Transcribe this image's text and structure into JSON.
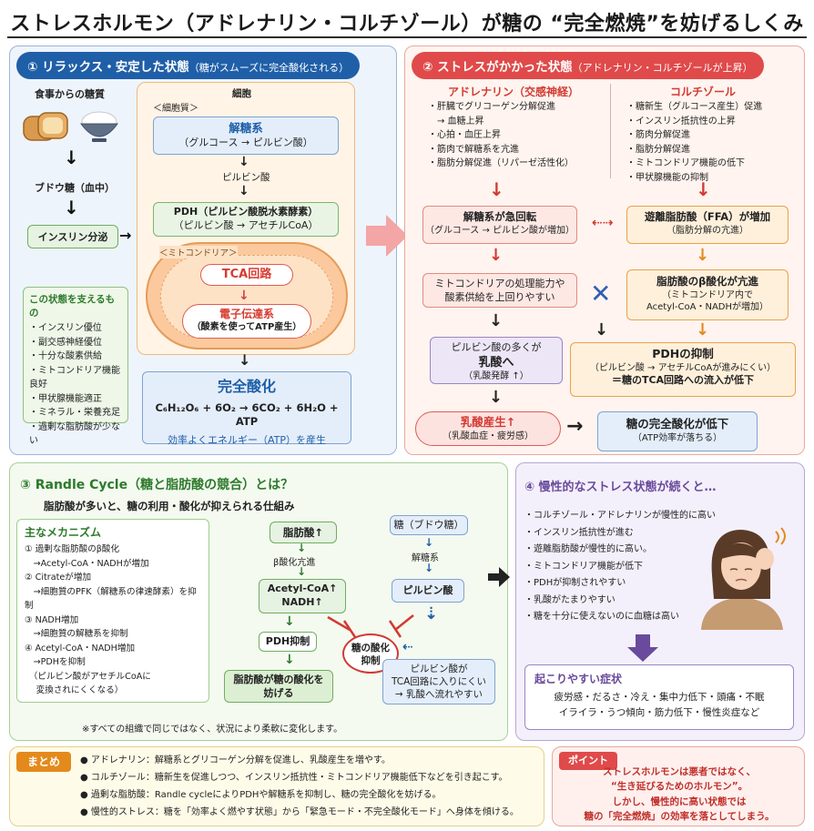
{
  "title": "ストレスホルモン（アドレナリン・コルチゾール）が糖の “完全燃焼”を妨げるしくみ",
  "colors": {
    "blue": "#1f5fa8",
    "red": "#e04a4a",
    "green": "#3c8f3a",
    "purple": "#6a4a9c",
    "orange": "#e48a1c"
  },
  "s1": {
    "header": "① リラックス・安定した状態",
    "header_sub": "（糖がスムーズに完全酸化される）",
    "food_label": "食事からの糖質",
    "glucose": "ブドウ糖（血中）",
    "insulin": "インスリン分泌",
    "cell": "細胞",
    "cytoplasm": "＜細胞質＞",
    "glycolysis_title": "解糖系",
    "glycolysis_sub": "（グルコース → ピルビン酸）",
    "pyruvate": "ピルビン酸",
    "pdh_line1": "PDH（ピルビン酸脱水素酵素）",
    "pdh_line2": "（ピルビン酸 → アセチルCoA）",
    "mito": "＜ミトコンドリア＞",
    "tca": "TCA回路",
    "etc_title": "電子伝達系",
    "etc_sub": "（酸素を使ってATP産生）",
    "complete_title": "完全酸化",
    "equation": "C₆H₁₂O₆ + 6O₂ → 6CO₂ + 6H₂O + ATP",
    "complete_sub": "効率よくエネルギー（ATP）を産生",
    "support_title": "この状態を支えるもの",
    "support_items": [
      "インスリン優位",
      "副交感神経優位",
      "十分な酸素供給",
      "ミトコンドリア機能良好",
      "甲状腺機能適正",
      "ミネラル・栄養充足",
      "過剰な脂肪酸が少ない"
    ]
  },
  "s2": {
    "header": "② ストレスがかかった状態",
    "header_sub": "（アドレナリン・コルチゾールが上昇）",
    "adr_title": "アドレナリン（交感神経）",
    "adr_items": [
      "・肝臓でグリコーゲン分解促進",
      "　→ 血糖上昇",
      "・心拍・血圧上昇",
      "・筋肉で解糖系を亢進",
      "・脂肪分解促進（リパーゼ活性化）"
    ],
    "cort_title": "コルチゾール",
    "cort_items": [
      "・糖新生（グルコース産生）促進",
      "・インスリン抵抗性の上昇",
      "・筋肉分解促進",
      "・脂肪分解促進",
      "・ミトコンドリア機能の低下",
      "・甲状腺機能の抑制"
    ],
    "glyc_title": "解糖系が急回転",
    "glyc_sub": "（グルコース → ピルビン酸が増加）",
    "mito_line1": "ミトコンドリアの処理能力や",
    "mito_line2": "酸素供給を上回りやすい",
    "pyr_line1": "ピルビン酸の多くが",
    "pyr_line2": "乳酸へ",
    "pyr_line3": "（乳酸発酵 ↑）",
    "lactate_title": "乳酸産生↑",
    "lactate_sub": "（乳酸血症・疲労感）",
    "drop_title": "糖の完全酸化が低下",
    "drop_sub": "（ATP効率が落ちる）",
    "ffa_title": "遊離脂肪酸（FFA）が増加",
    "ffa_sub": "（脂肪分解の亢進）",
    "beta_title": "脂肪酸のβ酸化が亢進",
    "beta_sub1": "（ミトコンドリア内で",
    "beta_sub2": "Acetyl-CoA・NADHが増加）",
    "pdhi_title": "PDHの抑制",
    "pdhi_sub1": "（ピルビン酸 → アセチルCoAが進みにくい）",
    "pdhi_sub2": "＝糖のTCA回路への流入が低下",
    "cross": "✕"
  },
  "s3": {
    "header": "③ Randle Cycle（糖と脂肪酸の競合）とは？",
    "subtitle": "脂肪酸が多いと、糖の利用・酸化が抑えられる仕組み",
    "mech_title": "主なメカニズム",
    "mech_items": [
      "① 過剰な脂肪酸のβ酸化",
      "　→Acetyl-CoA・NADHが増加",
      "② Citrateが増加",
      "　→細胞質のPFK（解糖系の律速酵素）を抑制",
      "③ NADH増加",
      "　→細胞質の解糖系を抑制",
      "④ Acetyl-CoA・NADH増加",
      "　→PDHを抑制",
      "　（ピルビン酸がアセチルCoAに",
      "　 変換されにくくなる）"
    ],
    "fa": "脂肪酸↑",
    "beta": "β酸化亢進",
    "acoa_line1": "Acetyl-CoA↑",
    "acoa_line2": "NADH↑",
    "pdh_inhib": "PDH抑制",
    "inhib_line1": "糖の酸化",
    "inhib_line2": "抑制",
    "fa_result_line1": "脂肪酸が糖の酸化を",
    "fa_result_line2": "妨げる",
    "sugar": "糖（ブドウ糖）",
    "glycolysis": "解糖系",
    "pyruvate": "ピルビン酸",
    "pyr_result_line1": "ピルビン酸が",
    "pyr_result_line2": "TCA回路に入りにくい",
    "pyr_result_line3": "→ 乳酸へ流れやすい",
    "note": "※すべての組織で同じではなく、状況により柔軟に変化します。"
  },
  "s4": {
    "header": "④ 慢性的なストレス状態が続くと…",
    "items": [
      "コルチゾール・アドレナリンが慢性的に高い",
      "インスリン抵抗性が進む",
      "遊離脂肪酸が慢性的に高い。",
      "ミトコンドリア機能が低下",
      "PDHが抑制されやすい",
      "乳酸がたまりやすい",
      "糖を十分に使えないのに血糖は高い"
    ],
    "symptom_title": "起こりやすい症状",
    "symptom_line1": "疲労感・だるさ・冷え・集中力低下・頭痛・不眠",
    "symptom_line2": "イライラ・うつ傾向・筋力低下・慢性炎症など"
  },
  "summary": {
    "label": "まとめ",
    "items": [
      "アドレナリン：解糖系とグリコーゲン分解を促進し、乳酸産生を増やす。",
      "コルチゾール：糖新生を促進しつつ、インスリン抵抗性・ミトコンドリア機能低下などを引き起こす。",
      "過剰な脂肪酸：Randle cycleによりPDHや解糖系を抑制し、糖の完全酸化を妨げる。",
      "慢性的ストレス：糖を「効率よく燃やす状態」から「緊急モード・不完全酸化モード」へ身体を傾ける。"
    ]
  },
  "point": {
    "label": "ポイント",
    "lines": [
      "ストレスホルモンは悪者ではなく、",
      "“生き延びるためのホルモン”。",
      "しかし、慢性的に高い状態では",
      "糖の「完全燃焼」の効率を落としてしまう。"
    ]
  }
}
